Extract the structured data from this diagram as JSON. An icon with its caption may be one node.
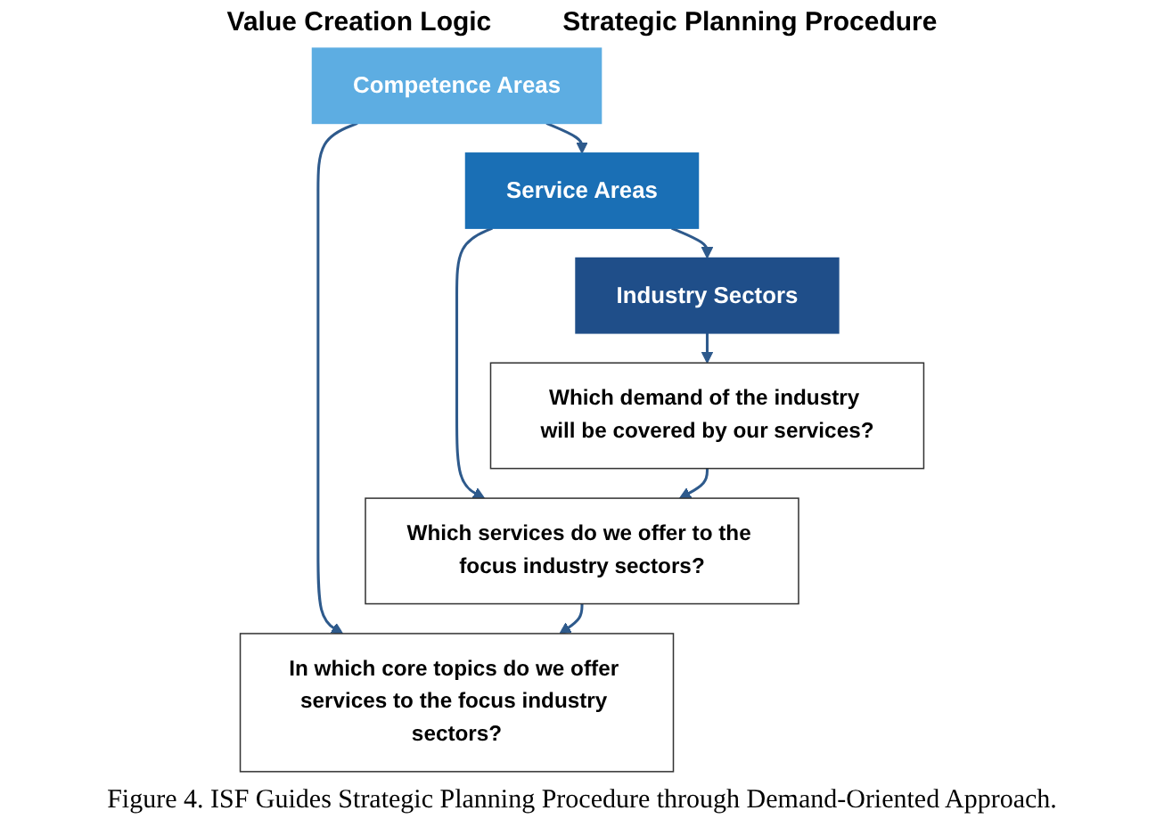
{
  "diagram": {
    "caption": "Figure 4. ISF Guides Strategic Planning Procedure through Demand-Oriented Approach.",
    "nodes": [
      {
        "text": [
          "Industry Sectors"
        ]
      },
      {
        "text": [
          "Service Areas"
        ]
      },
      {
        "text": [
          "Competence Areas"
        ]
      },
      {
        "text": [
          "Which demand of the industry will be covered by our services?"
        ]
      },
      {
        "text": [
          "Which services do we offer to the focus industry sectors?"
        ]
      },
      {
        "text": [
          "In which core topics do we offer services to the focus industry sectors?"
        ]
      }
    ],
    "edges": [
      {
        "from": 2,
        "to": 1,
        "arrow": "to"
      },
      {
        "from": 1,
        "to": 0,
        "arrow": "to"
      },
      {
        "from": 0,
        "to": 3,
        "arrow": "to"
      },
      {
        "from": 1,
        "to": 4,
        "arrow": "to"
      },
      {
        "from": 2,
        "to": 5,
        "arrow": "to"
      },
      {
        "from": 3,
        "to": 4,
        "arrow": "to"
      },
      {
        "from": 4,
        "to": 5,
        "arrow": "to"
      }
    ],
    "labels": [
      "Value Creation Logic",
      "Strategic Planning Procedure"
    ]
  }
}
